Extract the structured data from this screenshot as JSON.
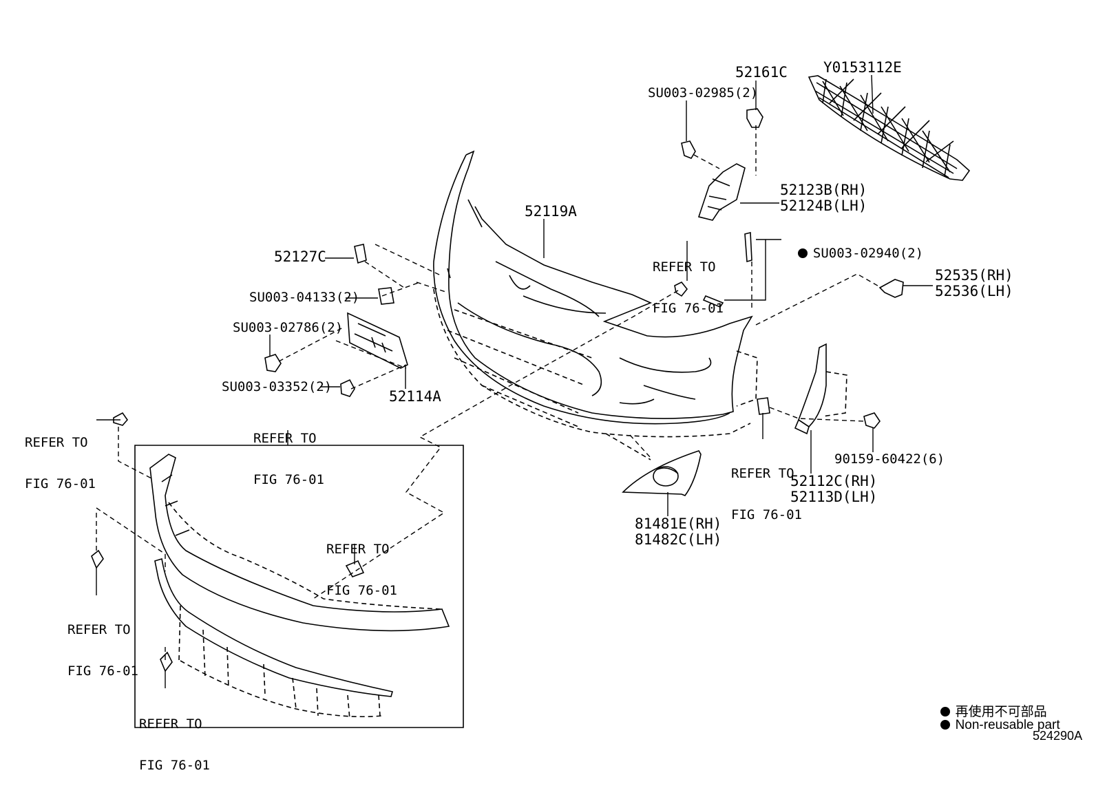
{
  "parts": {
    "p52161c": "52161C",
    "py0153112e": "Y0153112E",
    "psu00302985": "SU003-02985(2)",
    "p52123b_rh": "52123B(RH)",
    "p52124b_lh": "52124B(LH)",
    "p52119a": "52119A",
    "p52127c": "52127C",
    "psu00304133": "SU003-04133(2)",
    "psu00302786": "SU003-02786(2)",
    "psu00303352": "SU003-03352(2)",
    "p52114a": "52114A",
    "psu00302940": "SU003-02940(2)",
    "p52535_rh": "52535(RH)",
    "p52536_lh": "52536(LH)",
    "p52112c_rh": "52112C(RH)",
    "p52113d_lh": "52113D(LH)",
    "p81481e_rh": "81481E(RH)",
    "p81482c_lh": "81482C(LH)",
    "p90159": "90159-60422(6)"
  },
  "refer": {
    "line1": "REFER TO",
    "line2": "FIG 76-01"
  },
  "legend": {
    "jp": "再使用不可部品",
    "en": "Non-reusable part"
  },
  "diagram_id": "524290A"
}
